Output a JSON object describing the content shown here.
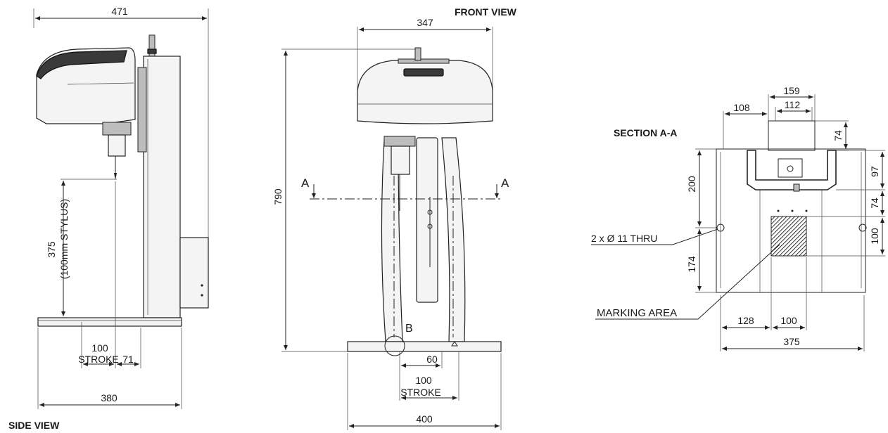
{
  "side_view": {
    "title": "SIDE VIEW",
    "dims": {
      "overall_width": "471",
      "stylus_height": "375",
      "stylus_note": "(100mm STYLUS)",
      "stroke_value": "100",
      "stroke_label": "STROKE",
      "offset": "71",
      "base_width": "380"
    }
  },
  "front_view": {
    "title": "FRONT VIEW",
    "dims": {
      "head_width": "347",
      "height": "790",
      "section_mark_left": "A",
      "section_mark_right": "A",
      "detail_mark": "B",
      "offset": "60",
      "stroke_value": "100",
      "stroke_label": "STROKE",
      "base_width": "400"
    }
  },
  "section_aa": {
    "title": "SECTION A-A",
    "dims": {
      "top_outer": "159",
      "top_inner": "112",
      "left_offset": "108",
      "right_74_top": "74",
      "left_200": "200",
      "right_97": "97",
      "right_74_mid": "74",
      "right_100": "100",
      "left_174": "174",
      "holes": "2 x Ø 11 THRU",
      "marking_area": "MARKING AREA",
      "bottom_128": "128",
      "bottom_100": "100",
      "bottom_375": "375"
    }
  }
}
